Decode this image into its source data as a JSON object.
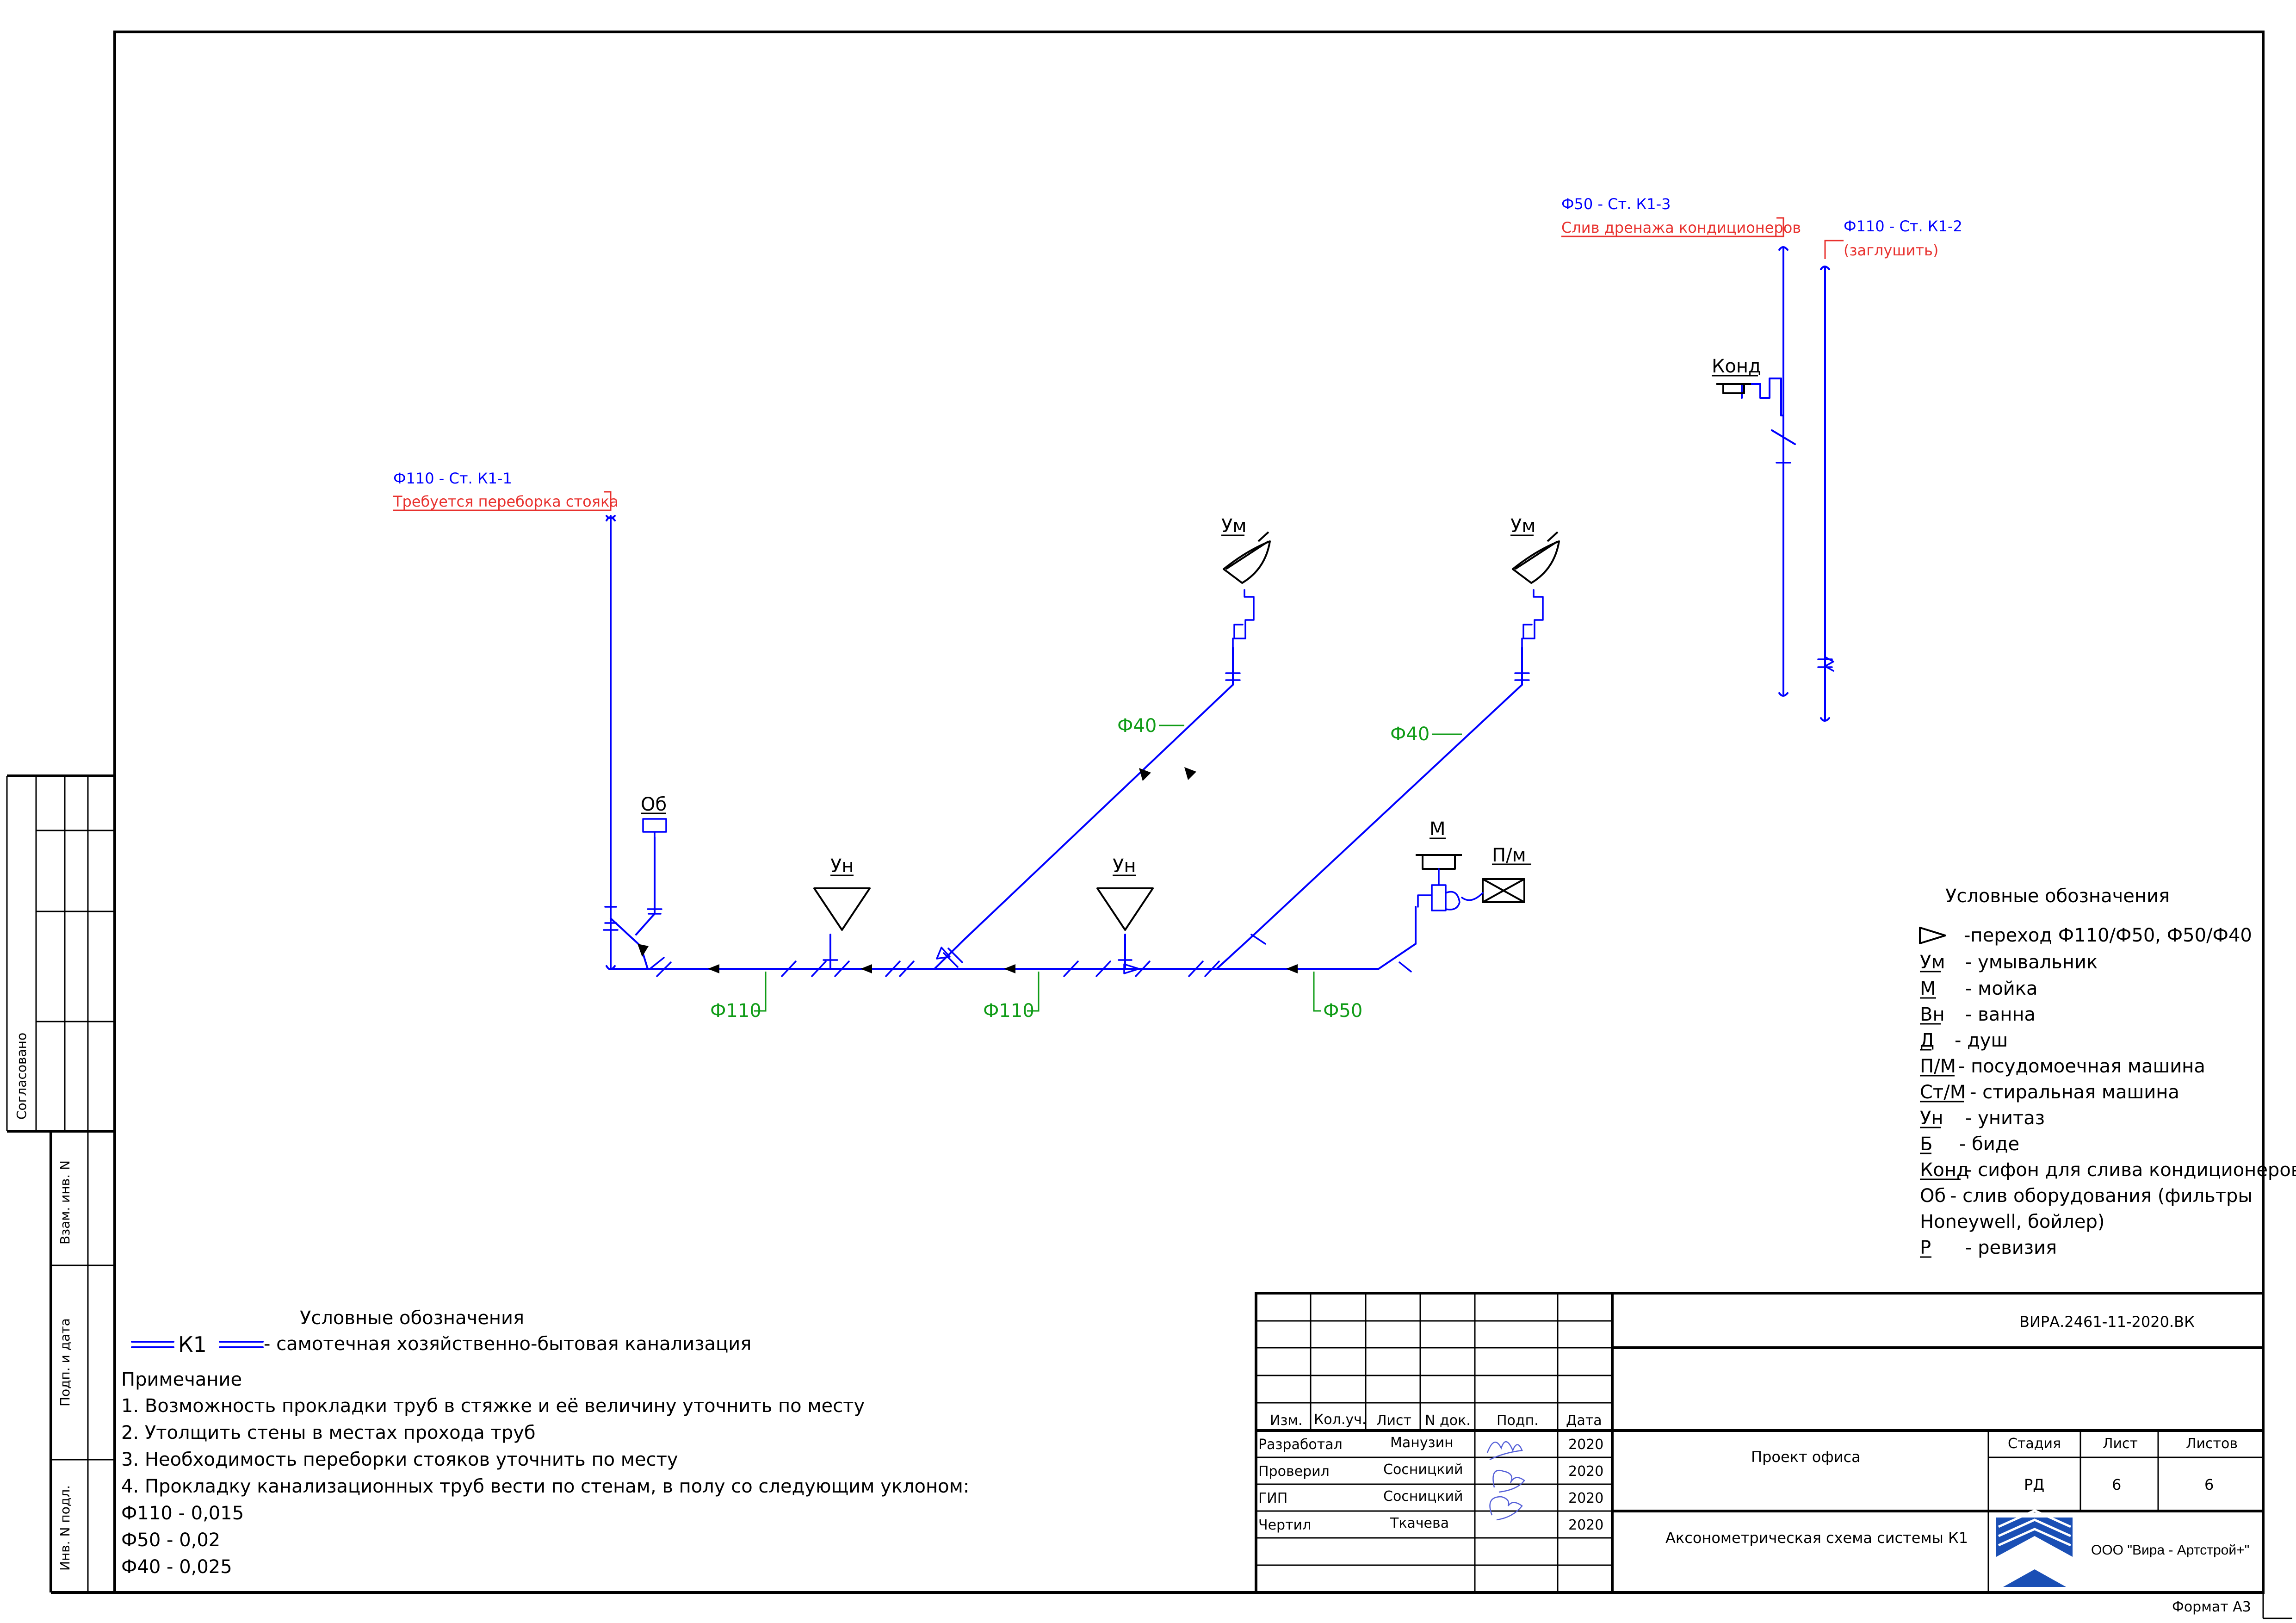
{
  "risers": {
    "k1_1": {
      "title": "Ф110 - Ст. К1-1",
      "note": "Требуется переборка стояка"
    },
    "k1_3": {
      "title": "Ф50 - Ст. К1-3",
      "note": "Слив дренажа кондиционеров"
    },
    "k1_2": {
      "title": "Ф110 - Ст. К1-2",
      "note": "(заглушить)"
    }
  },
  "diameters": {
    "d110_left": "Ф110",
    "d110_mid": "Ф110",
    "d50": "Ф50",
    "d40_left": "Ф40",
    "d40_right": "Ф40"
  },
  "fixtures": {
    "ob": "Об",
    "un1": "Ун",
    "un2": "Ун",
    "um1": "Ум",
    "um2": "Ум",
    "m": "М",
    "pm": "П/м",
    "kond": "Конд"
  },
  "legend_right": {
    "title": "Условные обозначения",
    "items": [
      {
        "code": "",
        "desc": "-переход Ф110/Ф50, Ф50/Ф40"
      },
      {
        "code": "Ум",
        "desc": "- умывальник"
      },
      {
        "code": "М",
        "desc": "- мойка"
      },
      {
        "code": "Вн",
        "desc": "- ванна"
      },
      {
        "code": "Д",
        "desc": "- душ"
      },
      {
        "code": "П/М",
        "desc": "- посудомоечная машина"
      },
      {
        "code": "Ст/М",
        "desc": "- стиральная машина"
      },
      {
        "code": "Ун",
        "desc": "- унитаз"
      },
      {
        "code": "Б",
        "desc": "- биде"
      },
      {
        "code": "Конд",
        "desc": "- сифон для слива кондиционеров"
      },
      {
        "code": "Об",
        "desc": "- слив оборудования (фильтры"
      },
      {
        "code": "",
        "desc": "Honeywell, бойлер)"
      },
      {
        "code": "Р",
        "desc": "- ревизия"
      }
    ]
  },
  "legend_left": {
    "title": "Условные обозначения",
    "k1_code": "К1",
    "k1_desc": "- самотечная хозяйственно-бытовая канализация"
  },
  "notes": {
    "title": "Примечание",
    "lines": [
      "1. Возможность прокладки труб в стяжке и её величину уточнить по месту",
      "2. Утолщить стены в местах прохода труб",
      "3. Необходимость переборки стояков уточнить по месту",
      "4. Прокладку канализационных труб вести по стенам, в полу со следующим уклоном:",
      "Ф110 - 0,015",
      "Ф50 - 0,02",
      "Ф40 - 0,025"
    ]
  },
  "side_stamp": {
    "agreed": "Согласовано",
    "vzam": "Взам. инв. N",
    "podp_data": "Подп. и дата",
    "inv_podl": "Инв. N подл."
  },
  "title_block": {
    "code": "ВИРА.2461-11-2020.ВК",
    "project": "Проект офиса",
    "sheet_name": "Аксонометрическая схема системы К1",
    "company": "ООО \"Вира - Артстрой+\"",
    "headers": [
      "Изм.",
      "Кол.уч.",
      "Лист",
      "N док.",
      "Подп.",
      "Дата"
    ],
    "stage_header": "Стадия",
    "sheet_header": "Лист",
    "sheets_header": "Листов",
    "stage": "РД",
    "sheet": "6",
    "sheets": "6",
    "roles": [
      {
        "role": "Разработал",
        "name": "Манузин",
        "date": "2020"
      },
      {
        "role": "Проверил",
        "name": "Сосницкий",
        "date": "2020"
      },
      {
        "role": "ГИП",
        "name": "Сосницкий",
        "date": "2020"
      },
      {
        "role": "Чертил",
        "name": "Ткачева",
        "date": "2020"
      }
    ]
  },
  "format_label": "Формат А3"
}
